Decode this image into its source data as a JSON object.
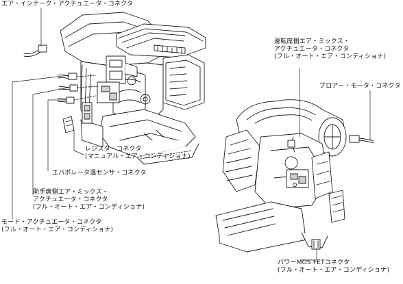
{
  "labels": {
    "air_intake": "エア・インテーク・アクチュエータ・コネクタ",
    "driver_mix": [
      "運転席側エア・ミックス・",
      "アクチュエータ・コネクタ",
      "(フル・オート・エア・コンディショナ)"
    ],
    "blower": "ブロアー・モータ・コネクタ",
    "resistor": [
      "レジスタ・コネクタ",
      "(マニュアル・エア・コンディショナ)"
    ],
    "evaporator": "エバポレータ温センサ・コネクタ",
    "passenger_mix": [
      "助手席側エア・ミックス・",
      "アクチュエータ・コネクタ",
      "(フル・オート・エア・コンディショナ)"
    ],
    "mode": [
      "モード・アクチュエータ・コネクタ",
      "(フル・オート・エア・コンディショナ)"
    ],
    "mosfet": [
      "パワーMOS FETコネクタ",
      "(フル・オート・エア・コンディショナ)"
    ]
  },
  "colors": {
    "line": "#1a1a1a",
    "fill": "#ffffff",
    "shade": "#cfcfcf"
  }
}
